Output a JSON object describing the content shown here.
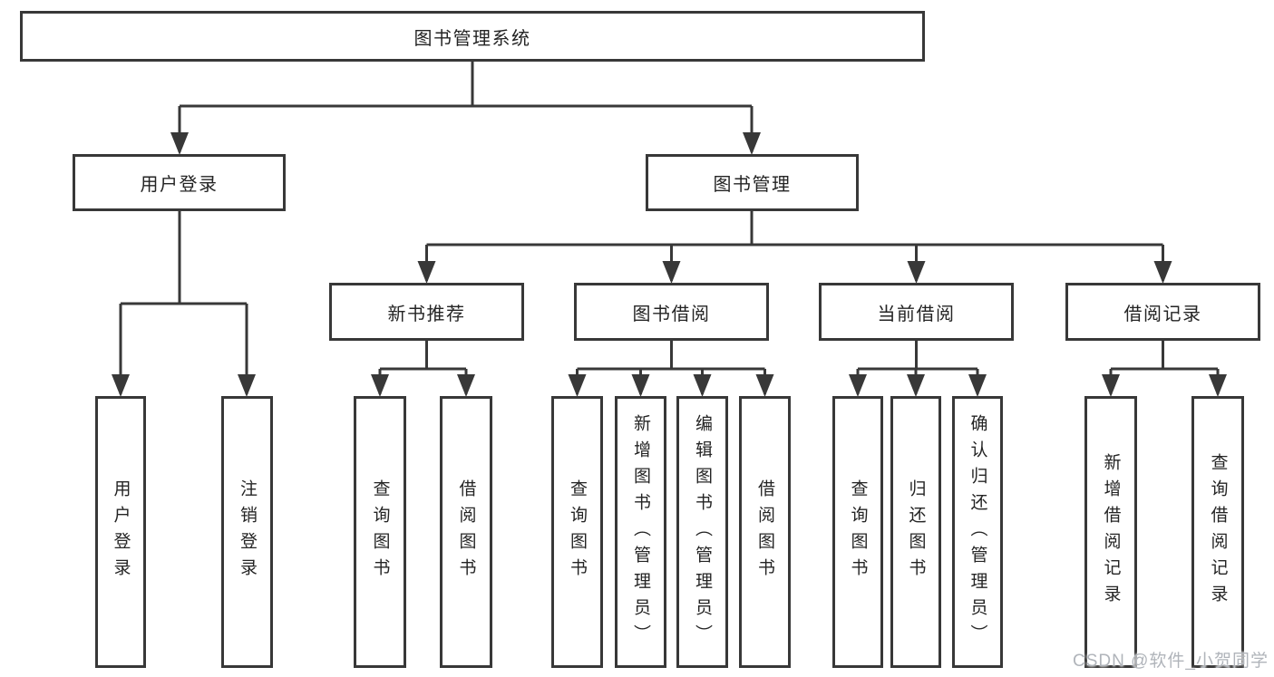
{
  "diagram": {
    "title": "图书管理系统",
    "colors": {
      "line": "#383838",
      "text": "#242424",
      "background": "#ffffff",
      "watermark": "#b0b4ba"
    },
    "watermark": "CSDN @软件_小贺同学",
    "tree": {
      "label": "图书管理系统",
      "children": [
        {
          "label": "用户登录",
          "children": [
            {
              "label": "用户登录"
            },
            {
              "label": "注销登录"
            }
          ]
        },
        {
          "label": "图书管理",
          "children": [
            {
              "label": "新书推荐",
              "children": [
                {
                  "label": "查询图书"
                },
                {
                  "label": "借阅图书"
                }
              ]
            },
            {
              "label": "图书借阅",
              "children": [
                {
                  "label": "查询图书"
                },
                {
                  "label": "新增图书（管理员）"
                },
                {
                  "label": "编辑图书（管理员）"
                },
                {
                  "label": "借阅图书"
                }
              ]
            },
            {
              "label": "当前借阅",
              "children": [
                {
                  "label": "查询图书"
                },
                {
                  "label": "归还图书"
                },
                {
                  "label": "确认归还（管理员）"
                }
              ]
            },
            {
              "label": "借阅记录",
              "children": [
                {
                  "label": "新增借阅记录"
                },
                {
                  "label": "查询借阅记录"
                }
              ]
            }
          ]
        }
      ]
    }
  }
}
